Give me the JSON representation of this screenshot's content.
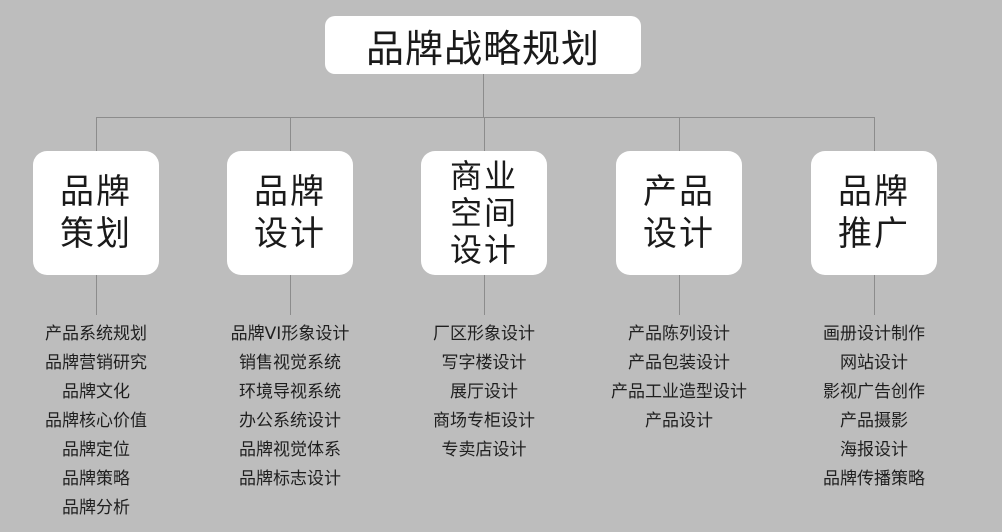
{
  "root": {
    "title": "品牌战略规划"
  },
  "branches": [
    {
      "lines": [
        "品牌",
        "策划"
      ],
      "items": [
        "产品系统规划",
        "品牌营销研究",
        "品牌文化",
        "品牌核心价值",
        "品牌定位",
        "品牌策略",
        "品牌分析"
      ]
    },
    {
      "lines": [
        "品牌",
        "设计"
      ],
      "items": [
        "品牌VI形象设计",
        "销售视觉系统",
        "环境导视系统",
        "办公系统设计",
        "品牌视觉体系",
        "品牌标志设计"
      ]
    },
    {
      "lines": [
        "商业",
        "空间",
        "设计"
      ],
      "items": [
        "厂区形象设计",
        "写字楼设计",
        "展厅设计",
        "商场专柜设计",
        "专卖店设计"
      ]
    },
    {
      "lines": [
        "产品",
        "设计"
      ],
      "items": [
        "产品陈列设计",
        "产品包装设计",
        "产品工业造型设计",
        "产品设计"
      ]
    },
    {
      "lines": [
        "品牌",
        "推广"
      ],
      "items": [
        "画册设计制作",
        "网站设计",
        "影视广告创作",
        "产品摄影",
        "海报设计",
        "品牌传播策略"
      ]
    }
  ]
}
